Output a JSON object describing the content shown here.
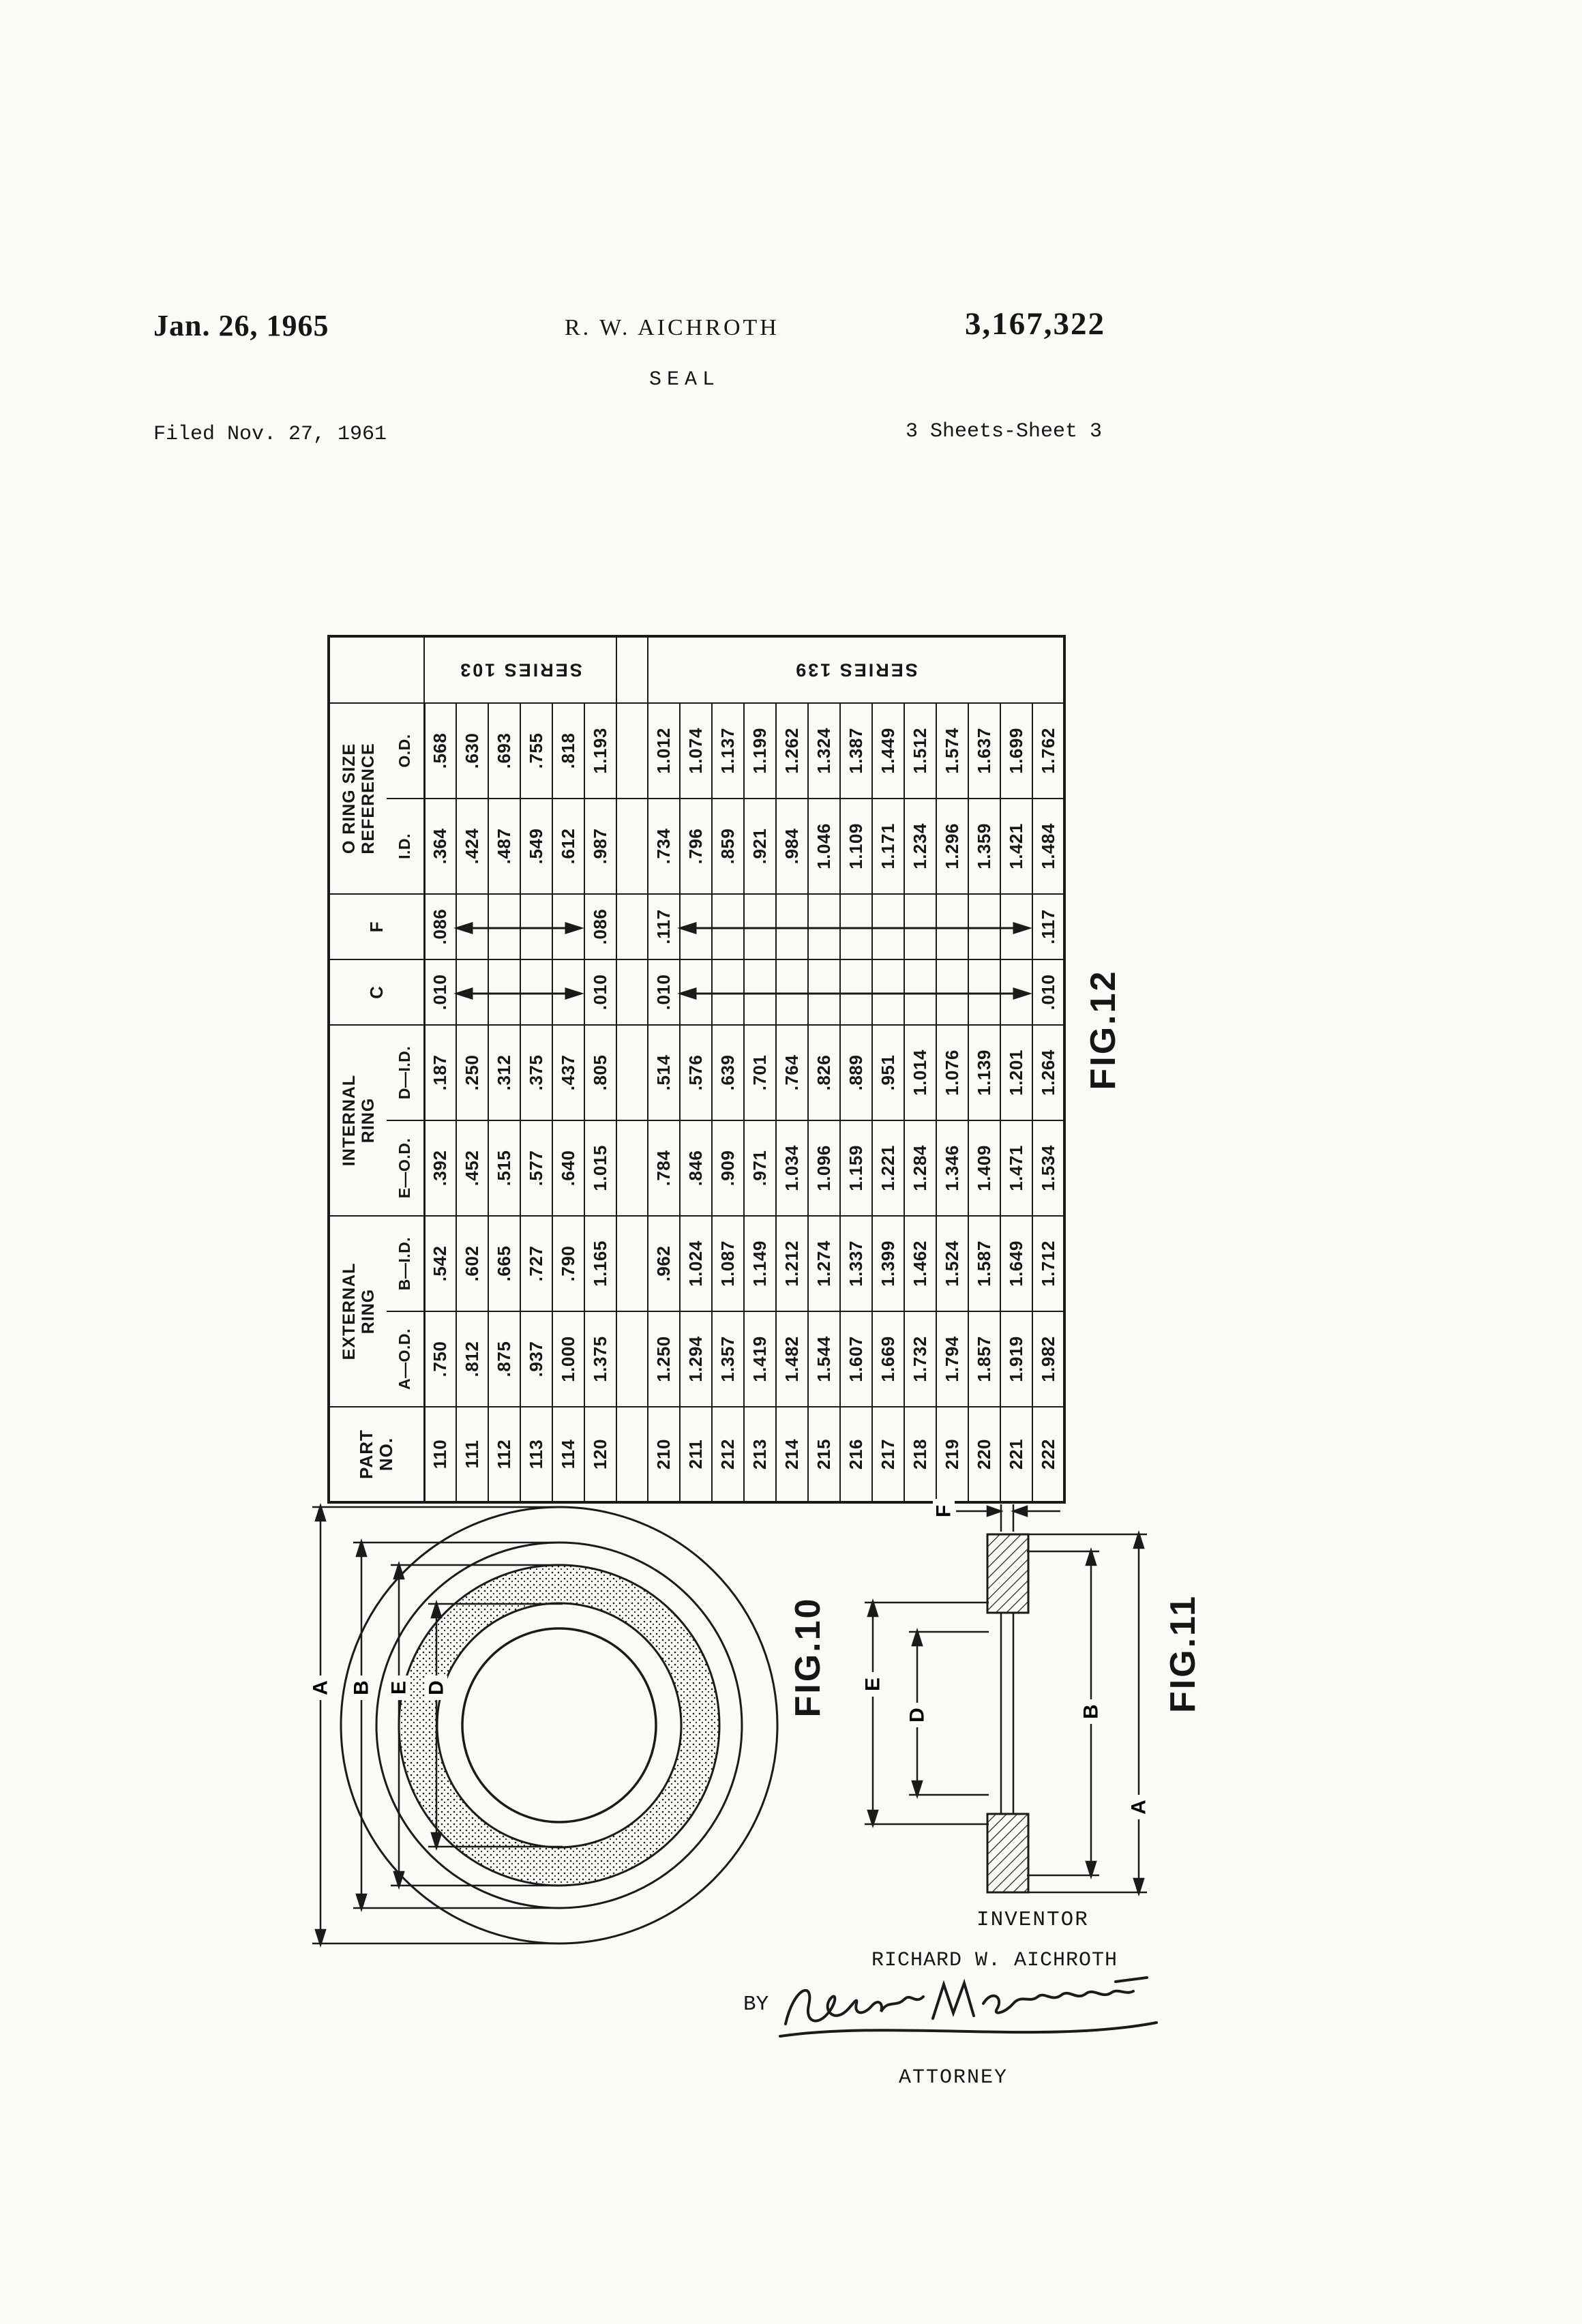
{
  "page": {
    "date": "Jan. 26, 1965",
    "inventor_header": "R. W. AICHROTH",
    "patent_number": "3,167,322",
    "title": "SEAL",
    "filed": "Filed Nov. 27, 1961",
    "sheet_info": "3 Sheets-Sheet 3"
  },
  "figures": {
    "fig10": {
      "label": "FIG.10",
      "dim_a": "A",
      "dim_b": "B",
      "dim_e": "E",
      "dim_d": "D"
    },
    "fig11": {
      "label": "FIG.11",
      "dim_e": "E",
      "dim_d": "D",
      "dim_b": "B",
      "dim_a": "A",
      "dim_f": "F"
    },
    "fig12": {
      "label": "FIG.12"
    }
  },
  "table": {
    "series103_label": "SERIES 103",
    "series139_label": "SERIES 139",
    "headers": {
      "part1": "PART",
      "part2": "NO.",
      "external1": "EXTERNAL",
      "external2": "RING",
      "a_od": "A—O.D.",
      "b_id": "B—I.D.",
      "internal1": "INTERNAL",
      "internal2": "RING",
      "e_od": "E—O.D.",
      "d_id": "D—I.D.",
      "c": "C",
      "f": "F",
      "oring1": "O RING SIZE",
      "oring2": "REFERENCE",
      "id": "I.D.",
      "od": "O.D."
    },
    "series103_rows": [
      {
        "part": "110",
        "aod": ".750",
        "bid": ".542",
        "eod": ".392",
        "did": ".187",
        "c": ".010",
        "f": ".086",
        "id": ".364",
        "od": ".568"
      },
      {
        "part": "111",
        "aod": ".812",
        "bid": ".602",
        "eod": ".452",
        "did": ".250",
        "c": "",
        "f": "",
        "id": ".424",
        "od": ".630"
      },
      {
        "part": "112",
        "aod": ".875",
        "bid": ".665",
        "eod": ".515",
        "did": ".312",
        "c": "",
        "f": "",
        "id": ".487",
        "od": ".693"
      },
      {
        "part": "113",
        "aod": ".937",
        "bid": ".727",
        "eod": ".577",
        "did": ".375",
        "c": "",
        "f": "",
        "id": ".549",
        "od": ".755"
      },
      {
        "part": "114",
        "aod": "1.000",
        "bid": ".790",
        "eod": ".640",
        "did": ".437",
        "c": "",
        "f": "",
        "id": ".612",
        "od": ".818"
      },
      {
        "part": "120",
        "aod": "1.375",
        "bid": "1.165",
        "eod": "1.015",
        "did": ".805",
        "c": ".010",
        "f": ".086",
        "id": ".987",
        "od": "1.193"
      }
    ],
    "series139_rows": [
      {
        "part": "210",
        "aod": "1.250",
        "bid": ".962",
        "eod": ".784",
        "did": ".514",
        "c": ".010",
        "f": ".117",
        "id": ".734",
        "od": "1.012"
      },
      {
        "part": "211",
        "aod": "1.294",
        "bid": "1.024",
        "eod": ".846",
        "did": ".576",
        "c": "",
        "f": "",
        "id": ".796",
        "od": "1.074"
      },
      {
        "part": "212",
        "aod": "1.357",
        "bid": "1.087",
        "eod": ".909",
        "did": ".639",
        "c": "",
        "f": "",
        "id": ".859",
        "od": "1.137"
      },
      {
        "part": "213",
        "aod": "1.419",
        "bid": "1.149",
        "eod": ".971",
        "did": ".701",
        "c": "",
        "f": "",
        "id": ".921",
        "od": "1.199"
      },
      {
        "part": "214",
        "aod": "1.482",
        "bid": "1.212",
        "eod": "1.034",
        "did": ".764",
        "c": "",
        "f": "",
        "id": ".984",
        "od": "1.262"
      },
      {
        "part": "215",
        "aod": "1.544",
        "bid": "1.274",
        "eod": "1.096",
        "did": ".826",
        "c": "",
        "f": "",
        "id": "1.046",
        "od": "1.324"
      },
      {
        "part": "216",
        "aod": "1.607",
        "bid": "1.337",
        "eod": "1.159",
        "did": ".889",
        "c": "",
        "f": "",
        "id": "1.109",
        "od": "1.387"
      },
      {
        "part": "217",
        "aod": "1.669",
        "bid": "1.399",
        "eod": "1.221",
        "did": ".951",
        "c": "",
        "f": "",
        "id": "1.171",
        "od": "1.449"
      },
      {
        "part": "218",
        "aod": "1.732",
        "bid": "1.462",
        "eod": "1.284",
        "did": "1.014",
        "c": "",
        "f": "",
        "id": "1.234",
        "od": "1.512"
      },
      {
        "part": "219",
        "aod": "1.794",
        "bid": "1.524",
        "eod": "1.346",
        "did": "1.076",
        "c": "",
        "f": "",
        "id": "1.296",
        "od": "1.574"
      },
      {
        "part": "220",
        "aod": "1.857",
        "bid": "1.587",
        "eod": "1.409",
        "did": "1.139",
        "c": "",
        "f": "",
        "id": "1.359",
        "od": "1.637"
      },
      {
        "part": "221",
        "aod": "1.919",
        "bid": "1.649",
        "eod": "1.471",
        "did": "1.201",
        "c": "",
        "f": "",
        "id": "1.421",
        "od": "1.699"
      },
      {
        "part": "222",
        "aod": "1.982",
        "bid": "1.712",
        "eod": "1.534",
        "did": "1.264",
        "c": ".010",
        "f": ".117",
        "id": "1.484",
        "od": "1.762"
      }
    ]
  },
  "signature_block": {
    "inventor_label": "INVENTOR",
    "inventor_name": "RICHARD W. AICHROTH",
    "by": "BY",
    "attorney": "ATTORNEY"
  }
}
